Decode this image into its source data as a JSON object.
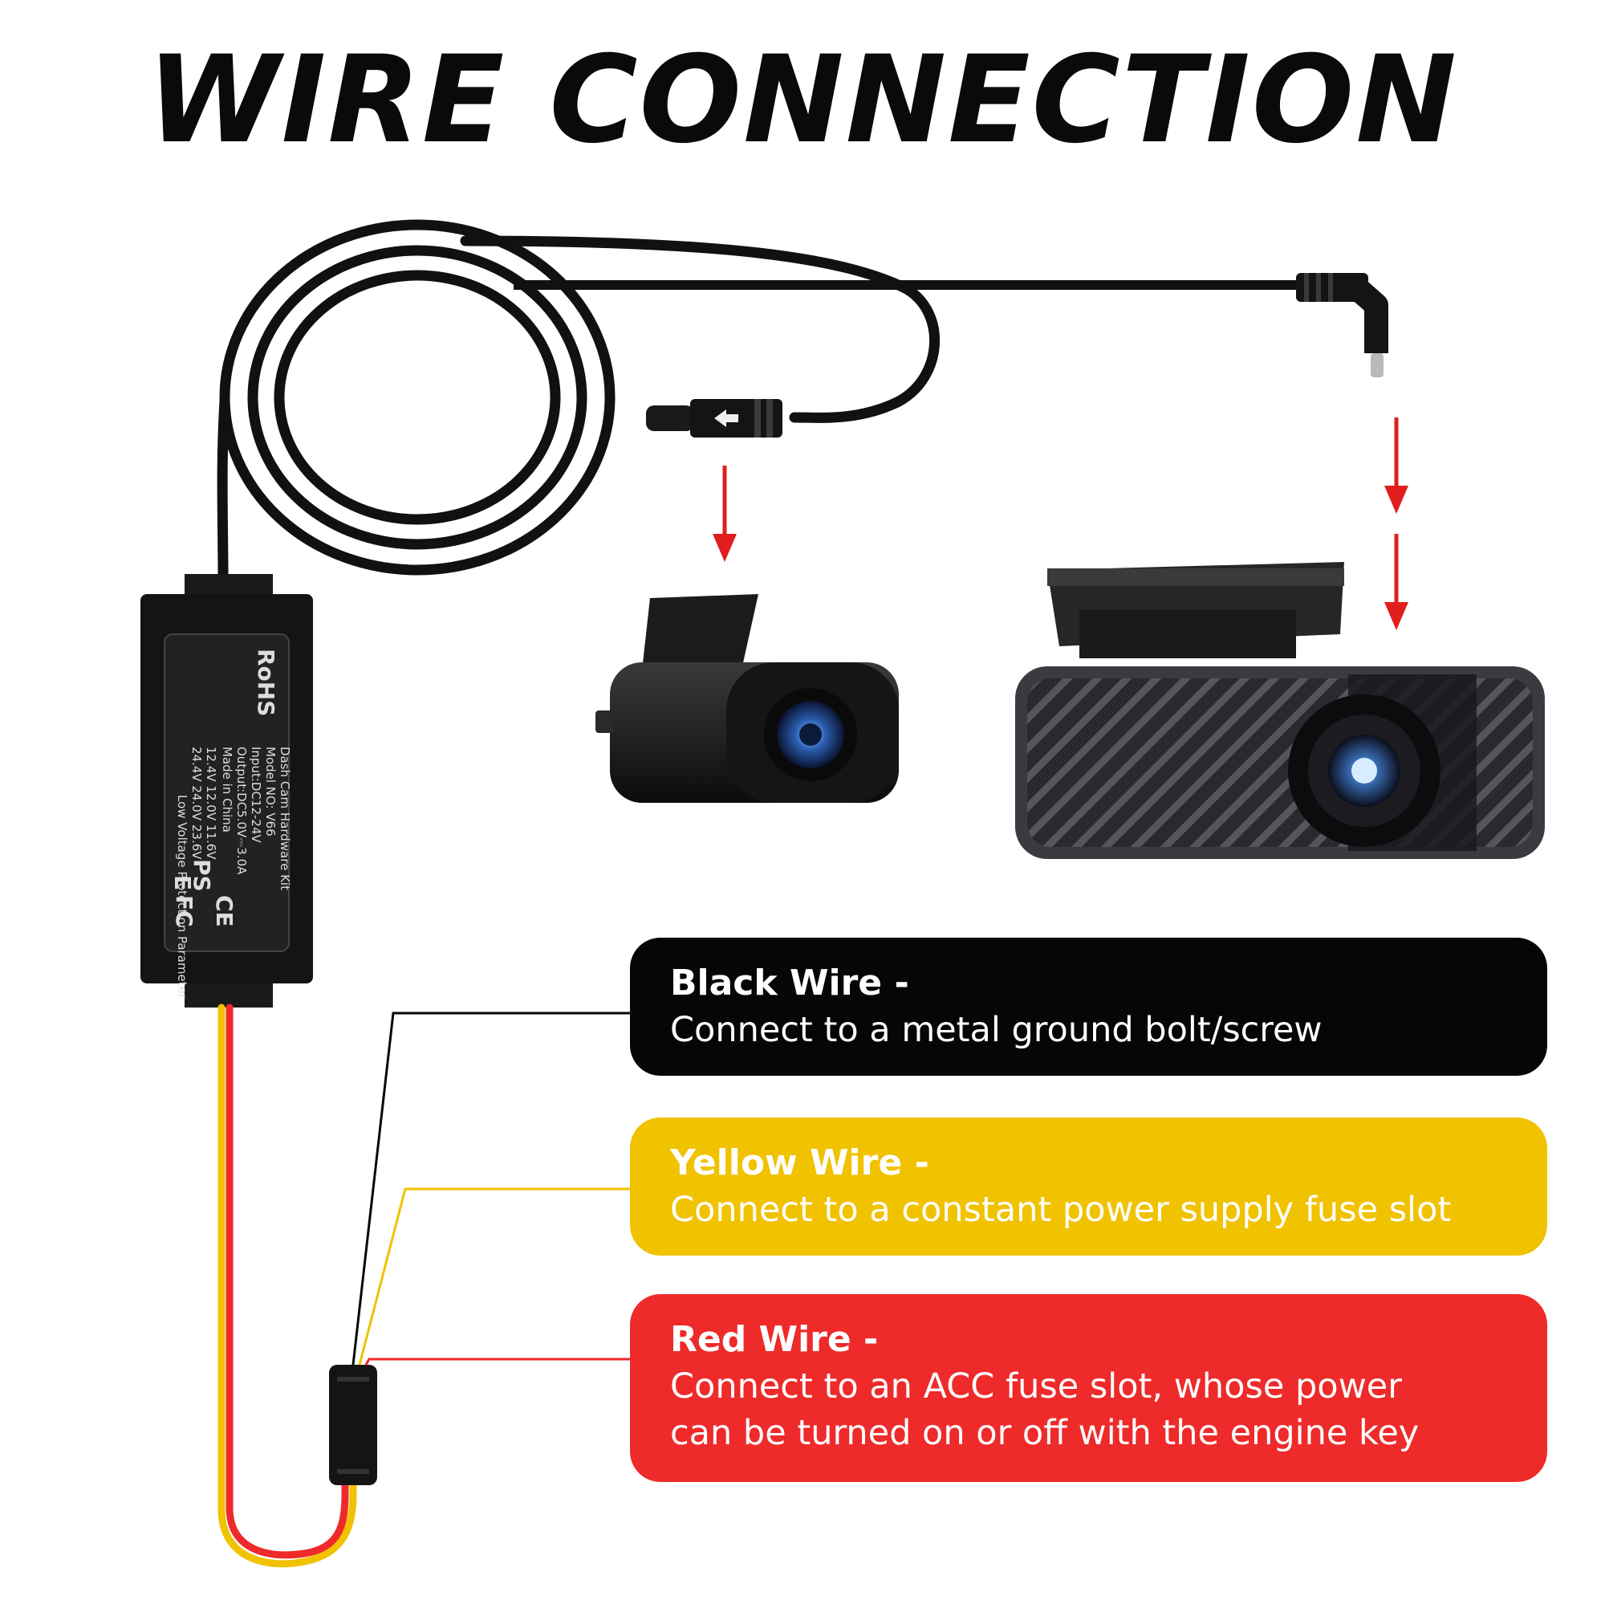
{
  "title": "WIRE CONNECTION",
  "module_label": {
    "rohs": "RoHS",
    "line1": "Dash Cam Hardware Kit",
    "line2": "Model NO: V66",
    "line3": "Input:DC12-24V",
    "line4": "Output:DC5.0V⎓3.0A",
    "line5": "Made in China",
    "v_row1": "12.4V    12.0V    11.6V",
    "v_row2": "24.4V    24.0V    23.6V",
    "v_caption": "Low Voltage Protection Parameter",
    "ps": "PS",
    "e": "E",
    "fc": "FC",
    "ce": "CE"
  },
  "wires": [
    {
      "head": "Black Wire -",
      "desc": [
        "Connect to a metal ground bolt/screw"
      ],
      "color": "#060606"
    },
    {
      "head": "Yellow Wire -",
      "desc": [
        "Connect to a constant power supply fuse slot"
      ],
      "color": "#f0c200"
    },
    {
      "head": "Red Wire -",
      "desc": [
        "Connect to an ACC fuse slot, whose power",
        "can be turned on or off with the engine key"
      ],
      "color": "#ee2a2a"
    }
  ],
  "colors": {
    "arrow": "#e11d1d",
    "cable": "#111111"
  }
}
